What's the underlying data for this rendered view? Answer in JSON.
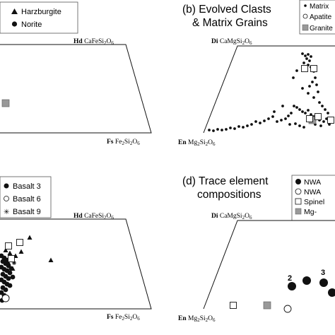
{
  "figure": {
    "panels": [
      {
        "id": "a",
        "vertex_labels": {
          "left_top": {
            "abbr": "",
            "formula": ""
          },
          "right_top": {
            "abbr": "Hd",
            "formula": "CaFeSi2O6"
          },
          "right_bottom": {
            "abbr": "Fs",
            "formula": "Fe2Si2O6"
          }
        },
        "legend": [
          "Harzburgite",
          "Norite"
        ],
        "title_lines": []
      },
      {
        "id": "b",
        "vertex_labels": {
          "left_top": {
            "abbr": "Di",
            "formula": "CaMgSi2O6"
          },
          "left_bottom": {
            "abbr": "En",
            "formula": "Mg2Si2O6"
          }
        },
        "legend": [
          "Matrix",
          "Apatite",
          "Granite"
        ],
        "title_lines": [
          "(b) Evolved Clasts",
          "& Matrix Grains"
        ]
      },
      {
        "id": "c",
        "vertex_labels": {
          "right_top": {
            "abbr": "Hd",
            "formula": "CaFeSi2O6"
          },
          "right_bottom": {
            "abbr": "Fs",
            "formula": "Fe2Si2O6"
          }
        },
        "legend": [
          "Basalt 3",
          "Basalt 6",
          "Basalt 9"
        ],
        "title_lines": []
      },
      {
        "id": "d",
        "vertex_labels": {
          "left_top": {
            "abbr": "Di",
            "formula": "CaMgSi2O6"
          },
          "left_bottom": {
            "abbr": "En",
            "formula": "Mg2Si2O6"
          }
        },
        "legend": [
          "NWA",
          "NWA",
          "Spinel",
          "Mg-"
        ],
        "title_lines": [
          "(d) Trace element",
          "compositions"
        ],
        "annotations": [
          "2",
          "3"
        ]
      }
    ]
  },
  "chart_data": [
    {
      "type": "scatter",
      "panel": "a",
      "series": [
        {
          "name": "Harzburgite",
          "marker": "triangle",
          "values": []
        },
        {
          "name": "Norite",
          "marker": "filled-circle",
          "values": []
        },
        {
          "marker": "gray-square",
          "values": [
            {
              "x": 8,
              "y": 146
            }
          ]
        }
      ]
    },
    {
      "type": "scatter",
      "panel": "b",
      "series": [
        {
          "name": "Matrix",
          "marker": "small-dot",
          "values": [
            {
              "x": 428,
              "y": 76
            },
            {
              "x": 432,
              "y": 79
            },
            {
              "x": 436,
              "y": 77
            },
            {
              "x": 440,
              "y": 80
            },
            {
              "x": 434,
              "y": 83
            },
            {
              "x": 438,
              "y": 86
            },
            {
              "x": 430,
              "y": 89
            },
            {
              "x": 436,
              "y": 92
            },
            {
              "x": 440,
              "y": 95
            },
            {
              "x": 444,
              "y": 101
            },
            {
              "x": 432,
              "y": 98
            },
            {
              "x": 446,
              "y": 110
            },
            {
              "x": 442,
              "y": 116
            },
            {
              "x": 448,
              "y": 120
            },
            {
              "x": 438,
              "y": 122
            },
            {
              "x": 450,
              "y": 130
            },
            {
              "x": 420,
              "y": 100
            },
            {
              "x": 415,
              "y": 110
            },
            {
              "x": 428,
              "y": 125
            },
            {
              "x": 436,
              "y": 132
            },
            {
              "x": 444,
              "y": 138
            },
            {
              "x": 452,
              "y": 145
            },
            {
              "x": 456,
              "y": 150
            },
            {
              "x": 460,
              "y": 155
            },
            {
              "x": 464,
              "y": 160
            },
            {
              "x": 416,
              "y": 150
            },
            {
              "x": 420,
              "y": 152
            },
            {
              "x": 424,
              "y": 155
            },
            {
              "x": 428,
              "y": 158
            },
            {
              "x": 432,
              "y": 160
            },
            {
              "x": 436,
              "y": 156
            },
            {
              "x": 440,
              "y": 162
            },
            {
              "x": 444,
              "y": 165
            },
            {
              "x": 448,
              "y": 167
            },
            {
              "x": 452,
              "y": 170
            },
            {
              "x": 458,
              "y": 172
            },
            {
              "x": 462,
              "y": 168
            },
            {
              "x": 412,
              "y": 160
            },
            {
              "x": 408,
              "y": 164
            },
            {
              "x": 404,
              "y": 168
            },
            {
              "x": 398,
              "y": 170
            },
            {
              "x": 392,
              "y": 172
            },
            {
              "x": 386,
              "y": 165
            },
            {
              "x": 380,
              "y": 168
            },
            {
              "x": 374,
              "y": 171
            },
            {
              "x": 368,
              "y": 174
            },
            {
              "x": 362,
              "y": 172
            },
            {
              "x": 356,
              "y": 176
            },
            {
              "x": 350,
              "y": 178
            },
            {
              "x": 344,
              "y": 180
            },
            {
              "x": 338,
              "y": 179
            },
            {
              "x": 332,
              "y": 182
            },
            {
              "x": 326,
              "y": 181
            },
            {
              "x": 320,
              "y": 183
            },
            {
              "x": 314,
              "y": 184
            },
            {
              "x": 308,
              "y": 183
            },
            {
              "x": 302,
              "y": 185
            },
            {
              "x": 296,
              "y": 184
            },
            {
              "x": 418,
              "y": 175
            },
            {
              "x": 424,
              "y": 178
            },
            {
              "x": 430,
              "y": 180
            },
            {
              "x": 410,
              "y": 176
            },
            {
              "x": 446,
              "y": 176
            },
            {
              "x": 454,
              "y": 178
            },
            {
              "x": 466,
              "y": 176
            },
            {
              "x": 470,
              "y": 172
            },
            {
              "x": 400,
              "y": 150
            },
            {
              "x": 388,
              "y": 158
            }
          ]
        },
        {
          "name": "Apatite",
          "marker": "open-circle",
          "values": []
        },
        {
          "name": "Granite",
          "marker": "gray-square",
          "values": [
            {
              "x": 442,
              "y": 170
            }
          ]
        },
        {
          "marker": "open-square",
          "values": [
            {
              "x": 431,
              "y": 97
            },
            {
              "x": 444,
              "y": 97
            },
            {
              "x": 450,
              "y": 165
            },
            {
              "x": 468,
              "y": 170
            },
            {
              "x": 438,
              "y": 168
            }
          ]
        }
      ]
    },
    {
      "type": "scatter",
      "panel": "c",
      "series": [
        {
          "name": "Basalt 3",
          "marker": "filled-circle",
          "values": [
            {
              "x": 2,
              "y": 362
            },
            {
              "x": 6,
              "y": 365
            },
            {
              "x": 10,
              "y": 368
            },
            {
              "x": 4,
              "y": 370
            },
            {
              "x": 8,
              "y": 373
            },
            {
              "x": 12,
              "y": 376
            },
            {
              "x": 2,
              "y": 378
            },
            {
              "x": 6,
              "y": 381
            },
            {
              "x": 10,
              "y": 383
            },
            {
              "x": 14,
              "y": 386
            },
            {
              "x": 4,
              "y": 388
            },
            {
              "x": 8,
              "y": 391
            },
            {
              "x": 12,
              "y": 394
            },
            {
              "x": 2,
              "y": 396
            },
            {
              "x": 6,
              "y": 399
            },
            {
              "x": 10,
              "y": 402
            },
            {
              "x": 14,
              "y": 404
            },
            {
              "x": 4,
              "y": 407
            },
            {
              "x": 8,
              "y": 410
            },
            {
              "x": 2,
              "y": 414
            },
            {
              "x": 6,
              "y": 418
            },
            {
              "x": 10,
              "y": 421
            },
            {
              "x": 3,
              "y": 425
            },
            {
              "x": 16,
              "y": 380
            },
            {
              "x": 18,
              "y": 392
            }
          ]
        },
        {
          "name": "Basalt 6",
          "marker": "open-circle",
          "values": [
            {
              "x": 8,
              "y": 422
            }
          ]
        },
        {
          "name": "Basalt 9",
          "marker": "star",
          "values": [
            {
              "x": 14,
              "y": 362
            },
            {
              "x": 20,
              "y": 372
            }
          ]
        },
        {
          "marker": "triangle",
          "values": [
            {
              "x": 8,
              "y": 354
            },
            {
              "x": 14,
              "y": 358
            },
            {
              "x": 22,
              "y": 362
            },
            {
              "x": 30,
              "y": 356
            },
            {
              "x": 42,
              "y": 336
            },
            {
              "x": 72,
              "y": 368
            },
            {
              "x": 12,
              "y": 372
            },
            {
              "x": 18,
              "y": 380
            }
          ]
        },
        {
          "marker": "open-square",
          "values": [
            {
              "x": 28,
              "y": 343
            },
            {
              "x": 12,
              "y": 348
            },
            {
              "x": 16,
              "y": 366
            }
          ]
        }
      ]
    },
    {
      "type": "scatter",
      "panel": "d",
      "series": [
        {
          "name": "NWA",
          "marker": "filled-circle-large",
          "values": [
            {
              "x": 413,
              "y": 405
            },
            {
              "x": 434,
              "y": 397
            },
            {
              "x": 458,
              "y": 400
            },
            {
              "x": 470,
              "y": 414
            }
          ]
        },
        {
          "name": "NWA",
          "marker": "open-circle",
          "values": [
            {
              "x": 407,
              "y": 437
            }
          ]
        },
        {
          "name": "Spinel",
          "marker": "open-square",
          "values": [
            {
              "x": 330,
              "y": 432
            }
          ]
        },
        {
          "name": "Mg-",
          "marker": "gray-square",
          "values": [
            {
              "x": 378,
              "y": 432
            }
          ]
        }
      ]
    }
  ]
}
